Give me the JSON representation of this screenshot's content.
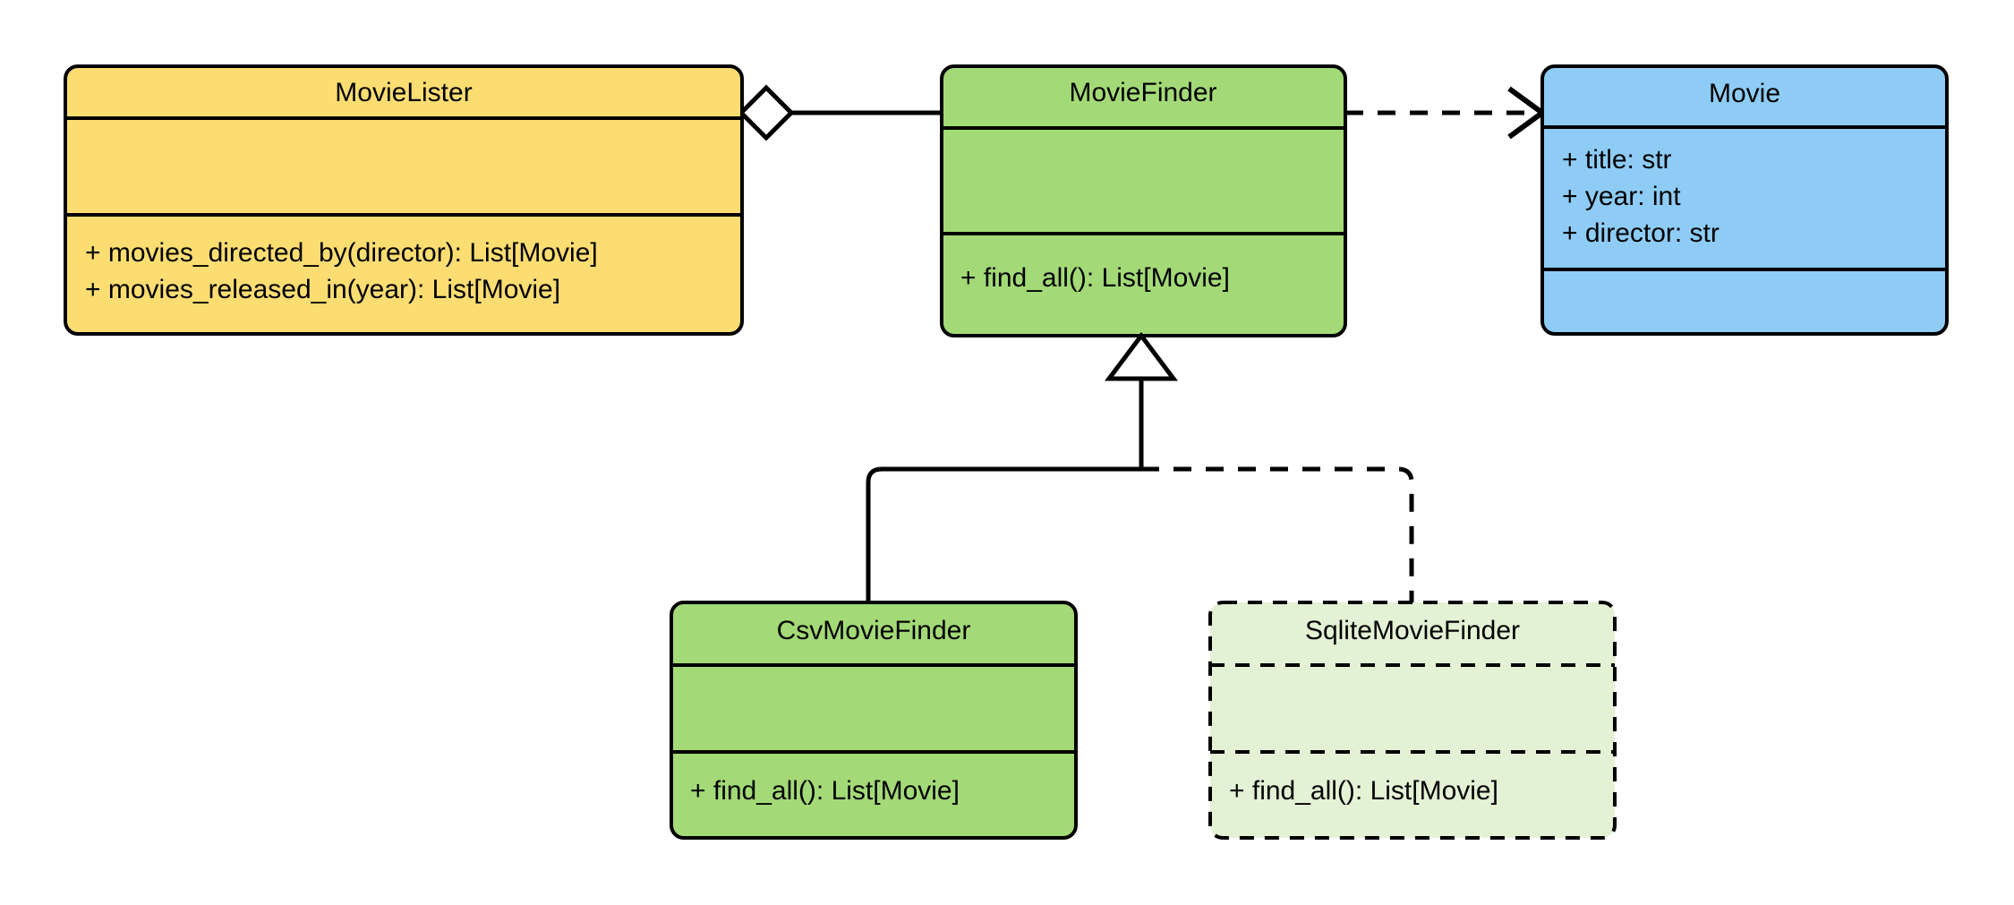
{
  "diagram": {
    "kind": "uml-class-diagram",
    "title": "",
    "background": "#ffffff",
    "colors": {
      "yellow_fill": "#FCDD72",
      "green_fill": "#A3DA77",
      "pale_green_fill": "#E3F1D5",
      "blue_fill": "#8ECCF5",
      "stroke": "#000000",
      "marker_fill": "#ffffff"
    }
  },
  "classes": [
    {
      "id": "movie-lister",
      "name": "MovieLister",
      "fill": "#FCDD72",
      "border_style": "solid",
      "attributes": [],
      "methods": [
        "+ movies_directed_by(director): List[Movie]",
        "+ movies_released_in(year): List[Movie]"
      ]
    },
    {
      "id": "movie-finder",
      "name": "MovieFinder",
      "fill": "#A3DA77",
      "border_style": "solid",
      "attributes": [],
      "methods": [
        "+ find_all(): List[Movie]"
      ]
    },
    {
      "id": "movie",
      "name": "Movie",
      "fill": "#8ECCF5",
      "border_style": "solid",
      "attributes": [
        "+ title: str",
        "+ year: int",
        "+ director: str"
      ],
      "methods": []
    },
    {
      "id": "csv-movie-finder",
      "name": "CsvMovieFinder",
      "fill": "#A3DA77",
      "border_style": "solid",
      "attributes": [],
      "methods": [
        "+ find_all(): List[Movie]"
      ]
    },
    {
      "id": "sqlite-movie-finder",
      "name": "SqliteMovieFinder",
      "fill": "#E3F1D5",
      "border_style": "dashed",
      "attributes": [],
      "methods": [
        "+ find_all(): List[Movie]"
      ]
    }
  ],
  "relations": [
    {
      "id": "aggregation-lister-finder",
      "type": "aggregation",
      "from": "MovieLister",
      "to": "MovieFinder",
      "line_style": "solid",
      "source_marker": "hollow-diamond",
      "target_marker": "none",
      "label": ""
    },
    {
      "id": "dependency-finder-movie",
      "type": "dependency",
      "from": "MovieFinder",
      "to": "Movie",
      "line_style": "dashed",
      "source_marker": "none",
      "target_marker": "open-arrow",
      "label": ""
    },
    {
      "id": "generalization-csv-finder",
      "type": "generalization",
      "from": "CsvMovieFinder",
      "to": "MovieFinder",
      "line_style": "solid",
      "source_marker": "none",
      "target_marker": "hollow-triangle",
      "label": ""
    },
    {
      "id": "generalization-sqlite-finder",
      "type": "generalization",
      "from": "SqliteMovieFinder",
      "to": "MovieFinder",
      "line_style": "dashed",
      "source_marker": "none",
      "target_marker": "hollow-triangle",
      "label": ""
    }
  ]
}
